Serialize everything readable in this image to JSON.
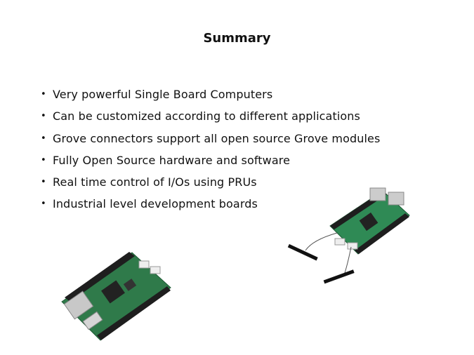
{
  "slide": {
    "title": "Summary",
    "bullets": [
      "Very powerful Single Board Computers",
      "Can be customized according to different applications",
      "Grove connectors support all open source Grove modules",
      "Fully Open Source hardware and software",
      "Real time control of I/Os using PRUs",
      "Industrial level development boards"
    ],
    "bullet_glyph": "•"
  },
  "colors": {
    "board": "#2f7a4a",
    "header": "#1e1e1e"
  }
}
